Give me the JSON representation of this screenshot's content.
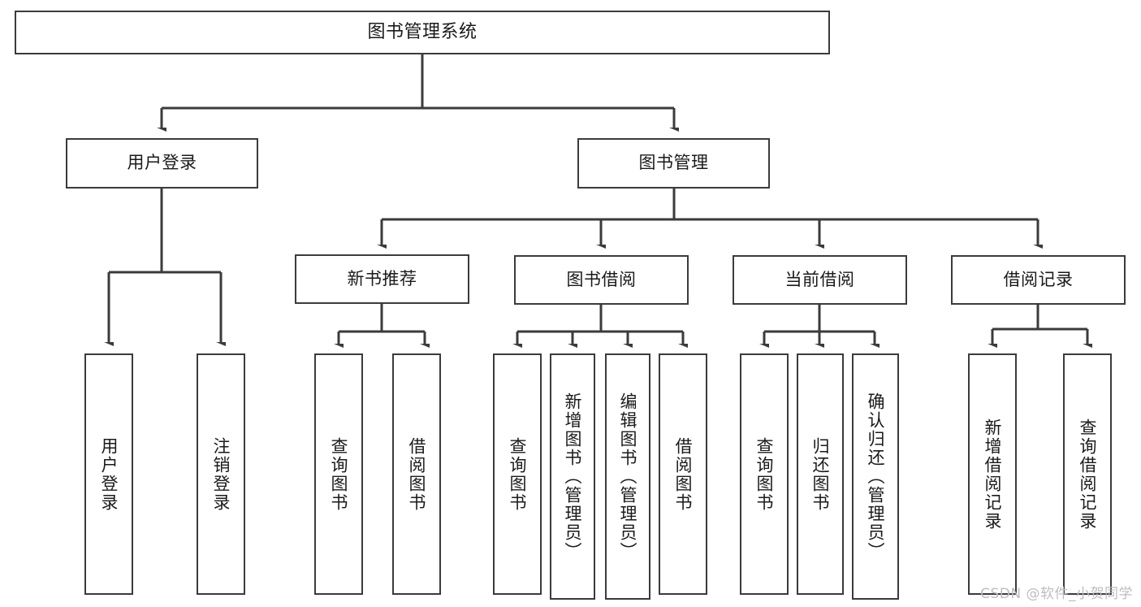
{
  "diagram": {
    "type": "tree",
    "title": "图书管理系统",
    "watermark": "CSDN @软件_小贺同学",
    "colors": {
      "stroke": "#3b3b3b",
      "fill": "#ffffff",
      "text": "#1a1a1a",
      "watermark": "#bdbdbd"
    },
    "nodes": {
      "root": "图书管理系统",
      "level2": {
        "user_login": "用户登录",
        "book_manage": "图书管理"
      },
      "level3": {
        "new_book_rec": "新书推荐",
        "book_borrow": "图书借阅",
        "current_borrow": "当前借阅",
        "borrow_record": "借阅记录"
      },
      "leaves": {
        "user_login_1": "用户登录",
        "user_login_2": "注销登录",
        "new_book_rec_1": "查询图书",
        "new_book_rec_2": "借阅图书",
        "book_borrow_1": "查询图书",
        "book_borrow_2": "新增图书（管理员）",
        "book_borrow_3": "编辑图书（管理员）",
        "book_borrow_4": "借阅图书",
        "current_borrow_1": "查询图书",
        "current_borrow_2": "归还图书",
        "current_borrow_3": "确认归还（管理员）",
        "borrow_record_1": "新增借阅记录",
        "borrow_record_2": "查询借阅记录"
      }
    }
  }
}
